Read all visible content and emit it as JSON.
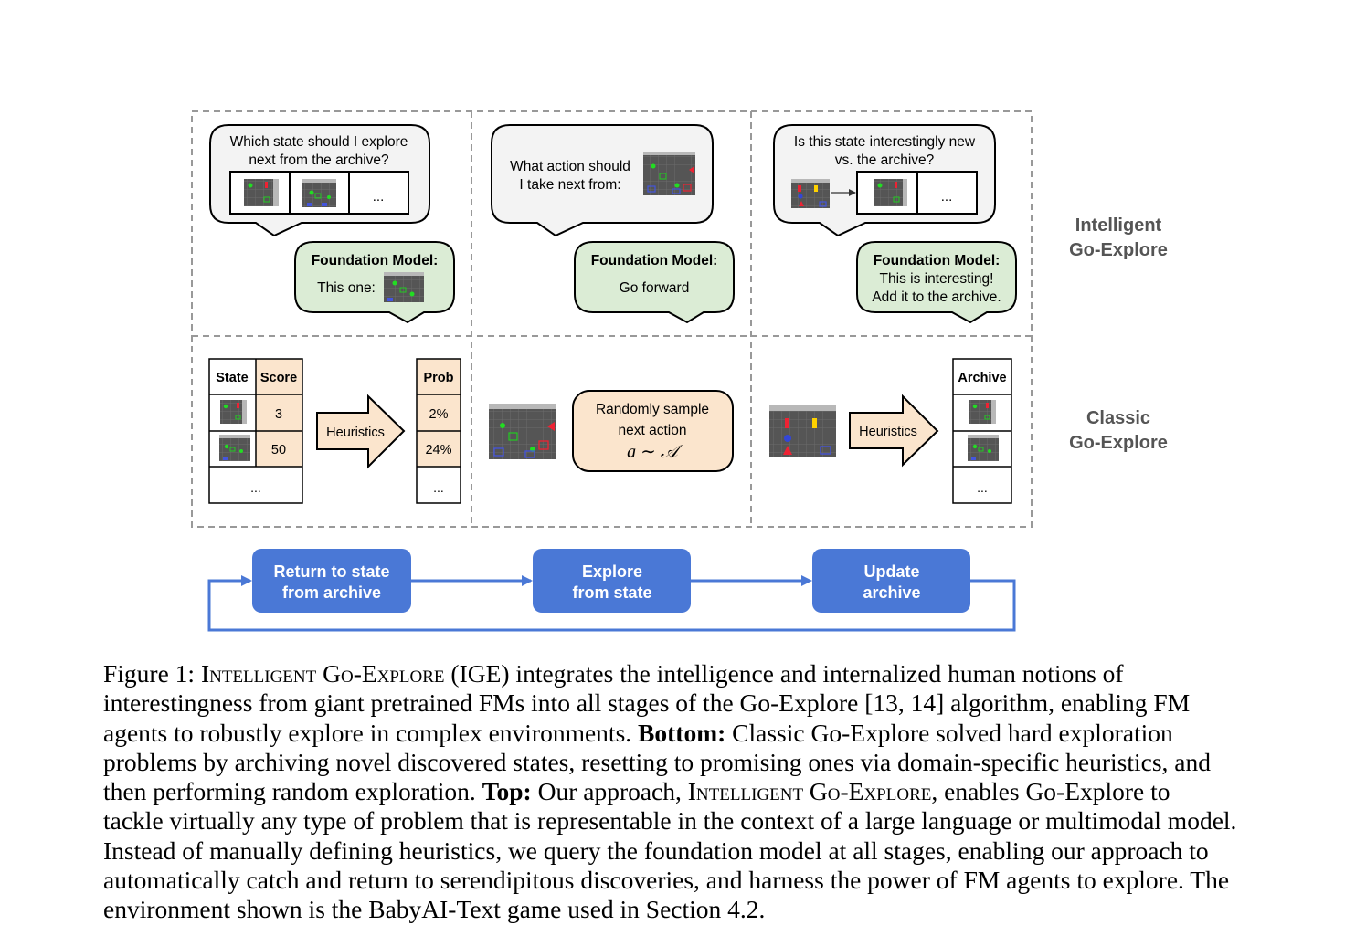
{
  "panels": {
    "ige_select": {
      "question_line1": "Which state should I explore",
      "question_line2": "next from the archive?",
      "ellipsis": "...",
      "fm_title": "Foundation Model:",
      "fm_answer": "This one:"
    },
    "ige_action": {
      "question_line1": "What action should",
      "question_line2": "I take next from:",
      "fm_title": "Foundation Model:",
      "fm_answer": "Go forward"
    },
    "ige_archive": {
      "question_line1": "Is this state interestingly new",
      "question_line2": "vs. the archive?",
      "ellipsis": "...",
      "fm_title": "Foundation Model:",
      "fm_answer_line1": "This is interesting!",
      "fm_answer_line2": "Add it to the archive."
    },
    "classic_select": {
      "col_state": "State",
      "col_score": "Score",
      "scores": [
        "3",
        "50"
      ],
      "ellipsis": "...",
      "arrow_label": "Heuristics",
      "col_prob": "Prob",
      "probs": [
        "2%",
        "24%"
      ],
      "prob_ellipsis": "..."
    },
    "classic_action": {
      "sample_line1": "Randomly sample",
      "sample_line2": "next action",
      "formula": "a ∼ 𝒜"
    },
    "classic_archive": {
      "arrow_label": "Heuristics",
      "col_archive": "Archive",
      "ellipsis": "..."
    }
  },
  "row_labels": {
    "intelligent_line1": "Intelligent",
    "intelligent_line2": "Go-Explore",
    "classic_line1": "Classic",
    "classic_line2": "Go-Explore"
  },
  "flow": {
    "step1_line1": "Return to state",
    "step1_line2": "from archive",
    "step2_line1": "Explore",
    "step2_line2": "from state",
    "step3_line1": "Update",
    "step3_line2": "archive"
  },
  "colors": {
    "fm_bubble": "#dbecd5",
    "question_bubble": "#f3f3f3",
    "classic_fill": "#fbe5cd",
    "flow_blue": "#4a78d6",
    "row_label": "#555555",
    "grid_bg": "#555555",
    "grid_line": "#6a6a6a"
  },
  "caption": {
    "l1_a": "Figure 1: ",
    "l1_sc": "Intelligent Go-Explore",
    "l1_b": " (IGE) integrates the intelligence and internalized human notions of",
    "l2": "interestingness from giant pretrained FMs into all stages of the Go-Explore [13, 14] algorithm, enabling FM",
    "l3_a": "agents to robustly explore in complex environments. ",
    "l3_bold": "Bottom:",
    "l3_b": " Classic Go-Explore solved hard exploration",
    "l4": "problems by archiving novel discovered states, resetting to promising ones via domain-specific heuristics, and",
    "l5_a": "then performing random exploration. ",
    "l5_bold": "Top:",
    "l5_b": " Our approach, ",
    "l5_sc": "Intelligent Go-Explore",
    "l5_c": ", enables Go-Explore to",
    "l6": "tackle virtually any type of problem that is representable in the context of a large language or multimodal model.",
    "l7": "Instead of manually defining heuristics, we query the foundation model at all stages, enabling our approach to",
    "l8": "automatically catch and return to serendipitous discoveries, and harness the power of FM agents to explore. The",
    "l9": "environment shown is the BabyAI-Text game used in Section 4.2."
  }
}
